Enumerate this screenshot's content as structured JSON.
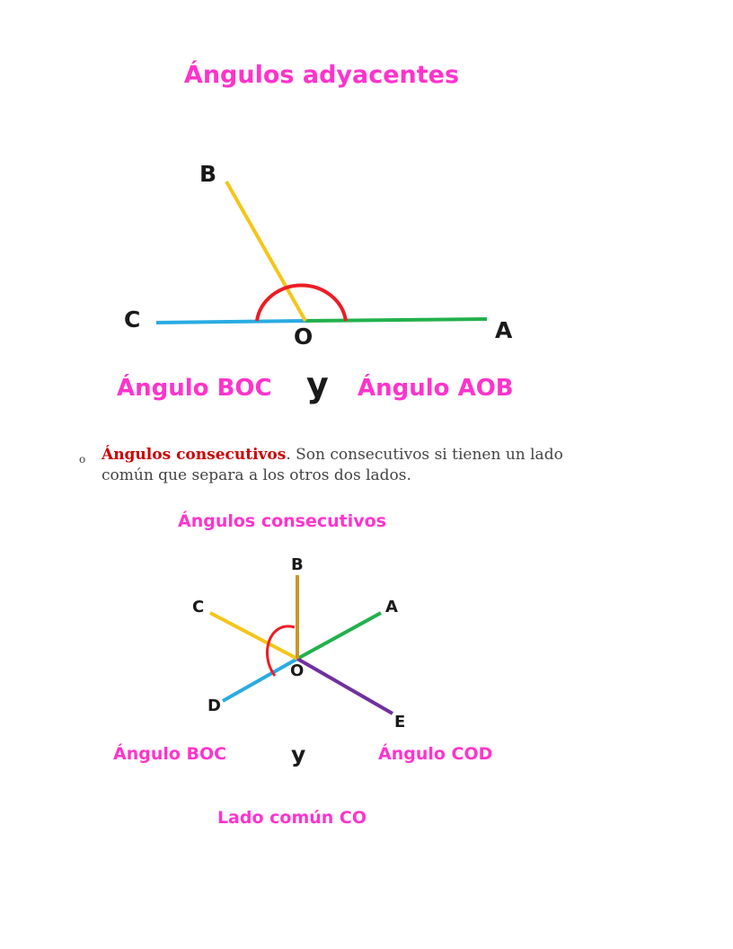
{
  "diagram1": {
    "title": "Ángulos adyacentes",
    "points": {
      "B": "B",
      "C": "C",
      "O": "O",
      "A": "A"
    },
    "caption_left": "Ángulo BOC",
    "caption_join": "y",
    "caption_right": "Ángulo AOB",
    "colors": {
      "ray_OB": "#f5c518",
      "ray_OC": "#29abe2",
      "ray_OA": "#22b14c",
      "arc": "#ee1c24",
      "labels": "#ff33cc"
    }
  },
  "bullet": {
    "marker": "o",
    "term": "Ángulos consecutivos",
    "text": ". Son consecutivos si tienen un lado común que separa a los otros dos lados."
  },
  "diagram2": {
    "title": "Ángulos consecutivos",
    "points": {
      "B": "B",
      "C": "C",
      "A": "A",
      "O": "O",
      "D": "D",
      "E": "E"
    },
    "caption_left": "Ángulo BOC",
    "caption_join": "y",
    "caption_right": "Ángulo COD",
    "common_side": "Lado común CO",
    "colors": {
      "ray_OB": "#c9962a",
      "ray_OC": "#f5c518",
      "ray_OA": "#22b14c",
      "ray_OD": "#29abe2",
      "ray_OE": "#7030a0",
      "arc": "#ee1c24",
      "labels": "#ff33cc"
    }
  }
}
